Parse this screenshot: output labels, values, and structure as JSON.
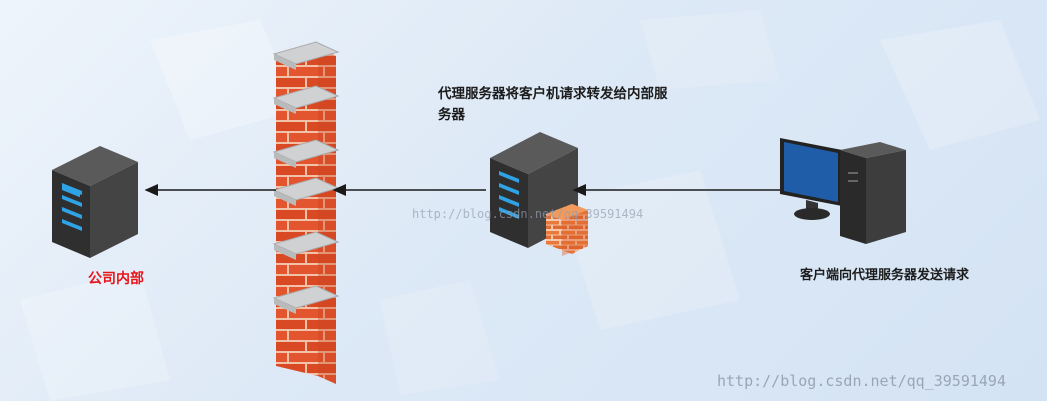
{
  "labels": {
    "company_internal": "公司内部",
    "proxy_forward": "代理服务器将客户机请求转发给内部服务器",
    "client_request": "客户端向代理服务器发送请求"
  },
  "watermarks": {
    "center": "http://blog.csdn.net/qq_39591494",
    "corner": "http://blog.csdn.net/qq_39591494"
  },
  "colors": {
    "background": "#dde9f6",
    "company_label": "#e8141a",
    "brick": "#e2552e",
    "mortar": "#f2c2a8",
    "server_body": "#3a3a3a",
    "server_light": "#2fa3e6",
    "monitor_screen": "#1f5da8",
    "arrow": "#1a1a1a"
  },
  "icons": {
    "internal_server": "server-icon",
    "firewall": "brick-wall-icon",
    "proxy_server": "server-icon",
    "proxy_firewall": "small-firewall-icon",
    "client": "desktop-computer-icon"
  }
}
